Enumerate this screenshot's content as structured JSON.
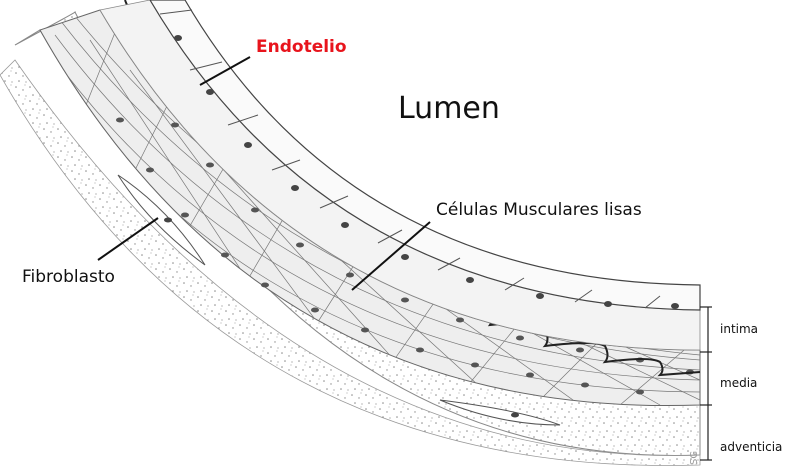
{
  "labels": {
    "lumen": "Lumen",
    "endotelio": "Endotelio",
    "musculares": "Células Musculares lisas",
    "fibroblasto": "Fibroblasto"
  },
  "layers": {
    "intima": "intima",
    "media": "media",
    "adventicia": "adventicia"
  },
  "watermark": "SG",
  "colors": {
    "endotelio_label": "#e8141c",
    "text": "#111111",
    "line": "#222222",
    "tissue_fill": "#f1f1f1",
    "endothelial_fill": "#f7f7f7",
    "nucleus": "#555555"
  }
}
